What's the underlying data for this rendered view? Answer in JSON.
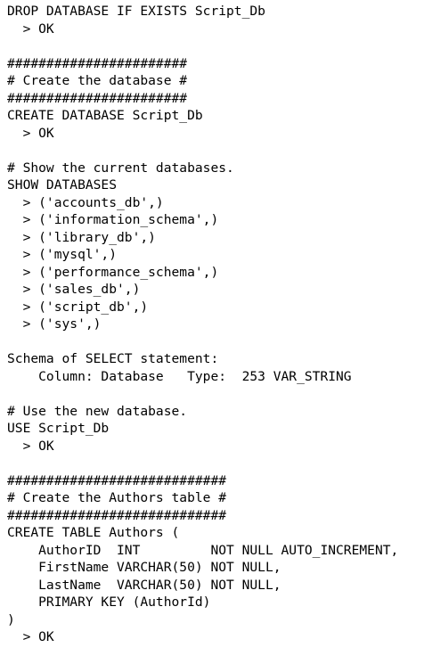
{
  "console": {
    "lines": [
      "DROP DATABASE IF EXISTS Script_Db",
      "  > OK",
      "",
      "#######################",
      "# Create the database #",
      "#######################",
      "CREATE DATABASE Script_Db",
      "  > OK",
      "",
      "# Show the current databases.",
      "SHOW DATABASES",
      "  > ('accounts_db',)",
      "  > ('information_schema',)",
      "  > ('library_db',)",
      "  > ('mysql',)",
      "  > ('performance_schema',)",
      "  > ('sales_db',)",
      "  > ('script_db',)",
      "  > ('sys',)",
      "",
      "Schema of SELECT statement:",
      "    Column: Database   Type:  253 VAR_STRING",
      "",
      "# Use the new database.",
      "USE Script_Db",
      "  > OK",
      "",
      "############################",
      "# Create the Authors table #",
      "############################",
      "CREATE TABLE Authors (",
      "    AuthorID  INT         NOT NULL AUTO_INCREMENT,",
      "    FirstName VARCHAR(50) NOT NULL,",
      "    LastName  VARCHAR(50) NOT NULL,",
      "    PRIMARY KEY (AuthorId)",
      ")",
      "  > OK"
    ]
  }
}
